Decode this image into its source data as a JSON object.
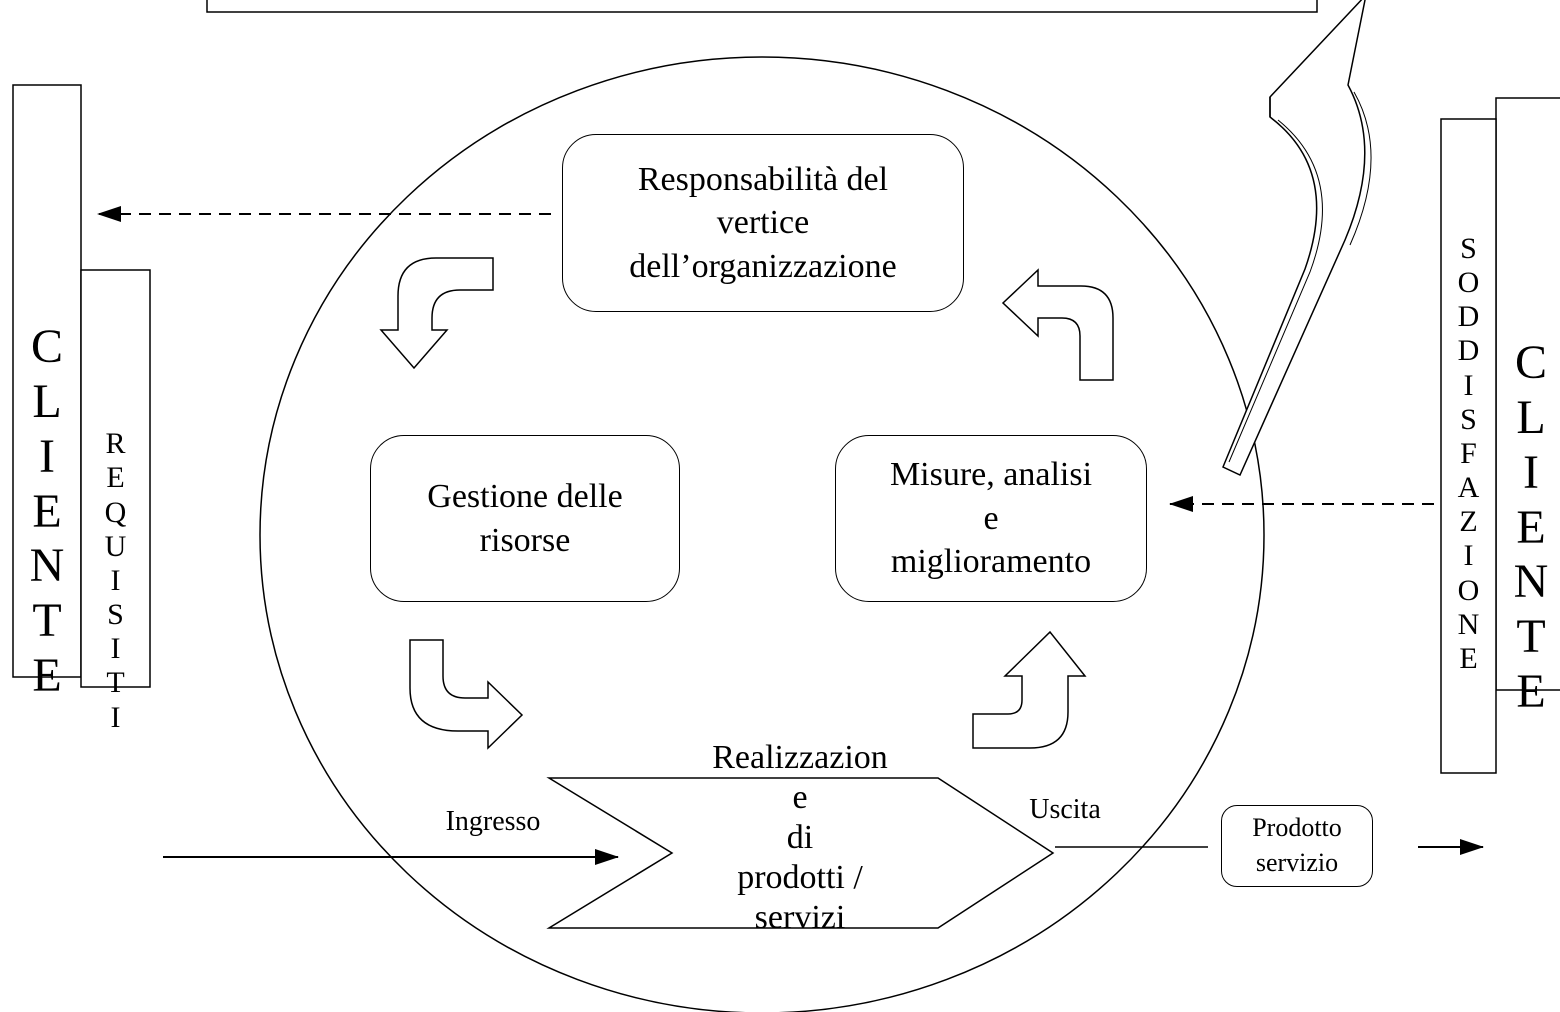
{
  "diagram": {
    "responsabilita": "Responsabilità del\nvertice\ndell’organizzazione",
    "gestione": "Gestione delle\nrisorse",
    "misure": "Misure, analisi\ne\nmiglioramento",
    "realizzazione": "Realizzazion\ne\ndi\nprodotti /\nservizi",
    "ingresso": "Ingresso",
    "uscita": "Uscita",
    "prodotto": "Prodotto\nservizio",
    "cliente_left": "C\nL\nI\nE\nN\nT\nE",
    "cliente_right": "C\nL\nI\nE\nN\nT\nE",
    "requisiti": "R\nE\nQ\nU\nI\nS\nI\nT\nI",
    "soddisfazione": "S\nO\nD\nD\nI\nS\nF\nA\nZ\nI\nO\nN\nE"
  }
}
